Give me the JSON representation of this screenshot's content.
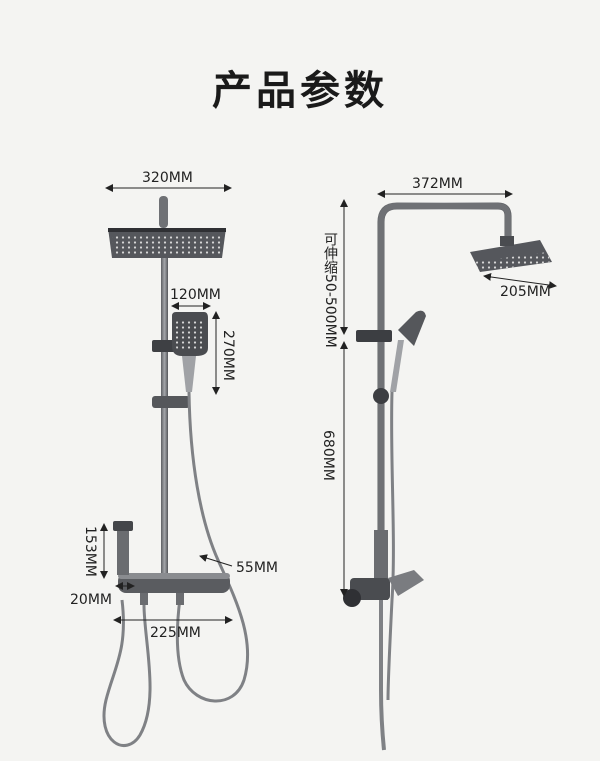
{
  "page": {
    "title": "产品参数"
  },
  "dimensions": {
    "head_width": "320MM",
    "handheld_width": "120MM",
    "handheld_length": "270MM",
    "spout_height": "153MM",
    "spout_gap": "20MM",
    "wall_gap": "55MM",
    "mixer_width": "225MM",
    "arm_reach": "372MM",
    "head_depth": "205MM",
    "telescopic": "可伸缩50-500MM",
    "riser_height": "680MM"
  },
  "colors": {
    "metal": "#7b7d81",
    "metal_dark": "#3c3e42",
    "head_face": "#4a4c50"
  }
}
